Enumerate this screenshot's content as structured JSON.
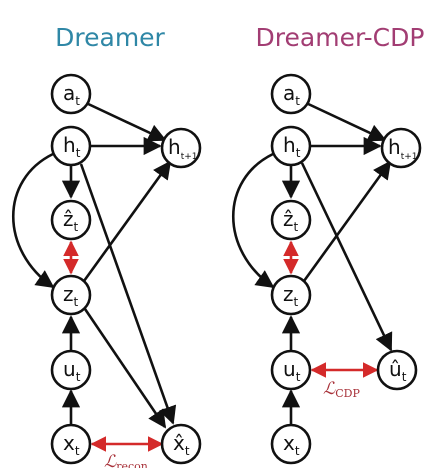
{
  "colors": {
    "left_title": "#2f87a6",
    "right_title": "#a23d73",
    "node_stroke": "#111111",
    "edge": "#111111",
    "loss": "#d42a2a",
    "loss_text": "#a8323a"
  },
  "left": {
    "title": "Dreamer",
    "nodes": {
      "a": {
        "base": "a",
        "sub": "t"
      },
      "h": {
        "base": "h",
        "sub": "t"
      },
      "hnext": {
        "base": "h",
        "sub": "t+1"
      },
      "zhat": {
        "base": "ẑ",
        "sub": "t"
      },
      "z": {
        "base": "z",
        "sub": "t"
      },
      "u": {
        "base": "u",
        "sub": "t"
      },
      "x": {
        "base": "x",
        "sub": "t"
      },
      "xhat": {
        "base": "x̂",
        "sub": "t"
      }
    },
    "loss": {
      "symbol": "ℒ",
      "sub": "recon"
    }
  },
  "right": {
    "title": "Dreamer-CDP",
    "nodes": {
      "a": {
        "base": "a",
        "sub": "t"
      },
      "h": {
        "base": "h",
        "sub": "t"
      },
      "hnext": {
        "base": "h",
        "sub": "t+1"
      },
      "zhat": {
        "base": "ẑ",
        "sub": "t"
      },
      "z": {
        "base": "z",
        "sub": "t"
      },
      "u": {
        "base": "u",
        "sub": "t"
      },
      "x": {
        "base": "x",
        "sub": "t"
      },
      "uhat": {
        "base": "û",
        "sub": "t"
      }
    },
    "loss": {
      "symbol": "ℒ",
      "sub": "CDP"
    }
  }
}
